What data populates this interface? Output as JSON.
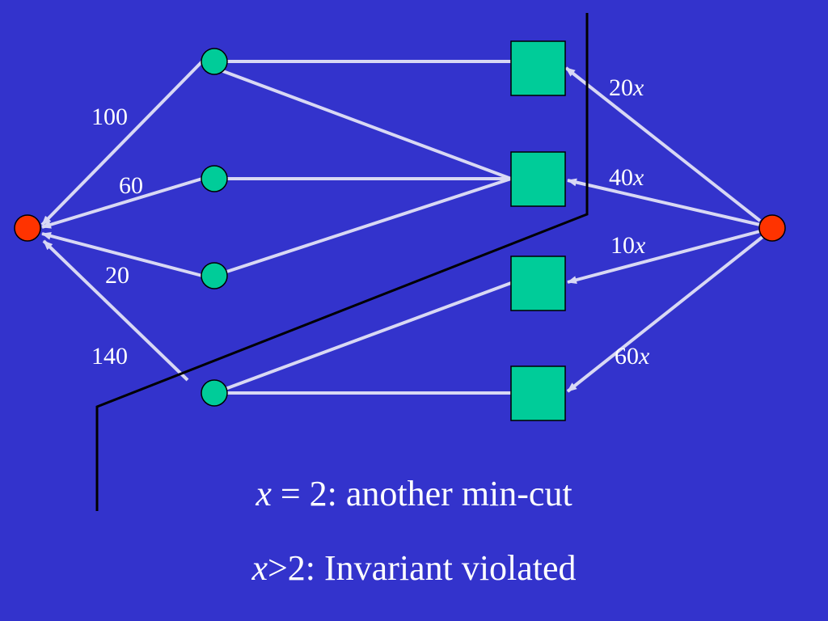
{
  "left_edge_labels": [
    "100",
    "60",
    "20",
    "140"
  ],
  "right_edge_labels": [
    {
      "coef": "20",
      "var": "x"
    },
    {
      "coef": "40",
      "var": "x"
    },
    {
      "coef": "10",
      "var": "x"
    },
    {
      "coef": "60",
      "var": "x"
    }
  ],
  "captions": [
    {
      "var": "x",
      "rest": " = 2: another min-cut"
    },
    {
      "var": "x",
      "rest": ">2: Invariant violated"
    }
  ],
  "colors": {
    "background": "#3333cc",
    "edge": "#d8d8f4",
    "circle_node": "#00cc99",
    "square_node": "#00cc99",
    "terminal_node": "#ff3300",
    "cut_line": "#000000"
  }
}
